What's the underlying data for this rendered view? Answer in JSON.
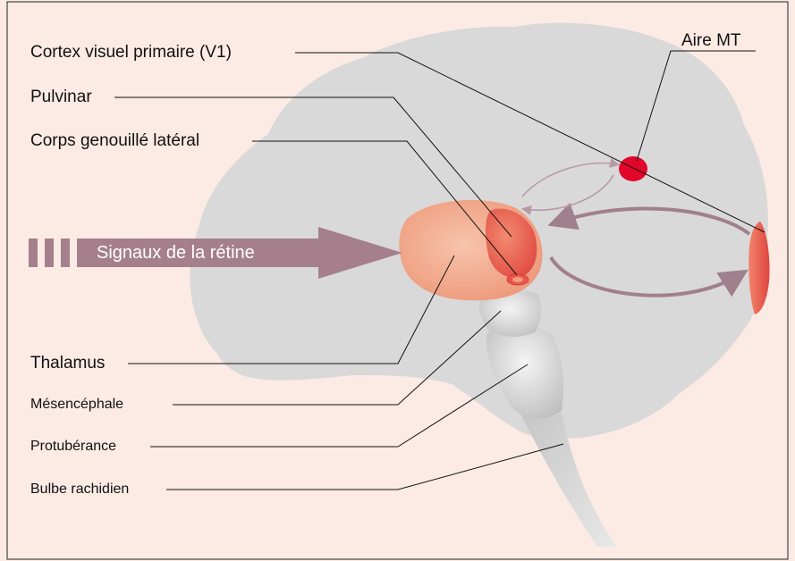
{
  "labels": {
    "cortex_v1": "Cortex visuel primaire (V1)",
    "pulvinar": "Pulvinar",
    "corps_genouille": "Corps genouillé latéral",
    "aire_mt": "Aire MT",
    "thalamus": "Thalamus",
    "mesencephale": "Mésencéphale",
    "protuberance": "Protubérance",
    "bulbe": "Bulbe rachidien"
  },
  "retina_signal": "Signaux de la rétine",
  "colors": {
    "background": "#fcebe4",
    "brain": "#d9d9d9",
    "thalamus": "#f2a98c",
    "pulvinar": "#e8574a",
    "aire_mt": "#e2062a",
    "v1": "#e8574a",
    "arrows": "#a0808c",
    "brainstem": "#c8c8c8"
  }
}
